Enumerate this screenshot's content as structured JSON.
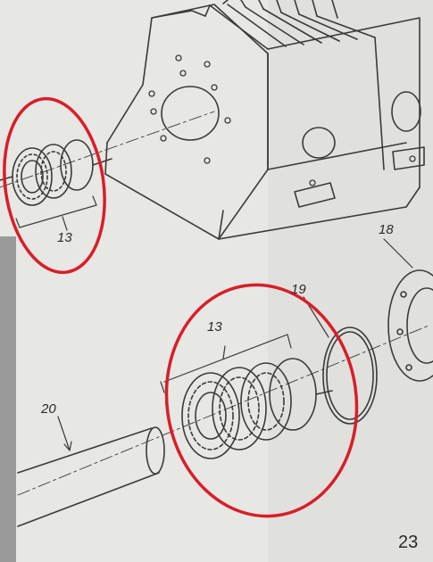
{
  "diagram": {
    "callouts": {
      "bearing_top": "13",
      "bearing_bottom": "13",
      "flange_cover": "18",
      "o_ring": "19",
      "shaft": "20"
    },
    "page_number": "23",
    "colors": {
      "paper": "#e7e7e3",
      "ink": "#3a3a3a",
      "highlight_circle": "#d81e2a",
      "background": "#9a9a9a"
    }
  }
}
